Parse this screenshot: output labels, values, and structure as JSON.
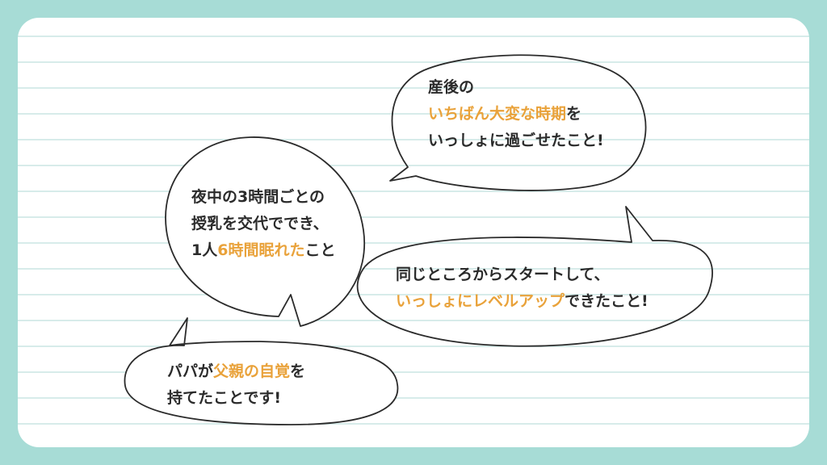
{
  "bubbles": {
    "top_right": {
      "line1": "産後の",
      "line2_hl": "いちばん大変な時期",
      "line2_rest": "を",
      "line3": "いっしょに過ごせたこと!"
    },
    "left": {
      "line1": "夜中の3時間ごとの",
      "line2": "授乳を交代ででき、",
      "line3_pre": "1人",
      "line3_hl": "6時間眠れた",
      "line3_rest": "こと"
    },
    "right": {
      "line1": "同じところからスタートして、",
      "line2_hl": "いっしょにレベルアップ",
      "line2_rest": "できたこと!"
    },
    "bottom": {
      "line1_pre": "パパが",
      "line1_hl": "父親の自覚",
      "line1_rest": "を",
      "line2": "持てたことです!"
    }
  },
  "colors": {
    "background": "#a7dcd6",
    "card": "#ffffff",
    "rule_lines": "#d7ecea",
    "highlight": "#e9a23a",
    "text": "#2b2b2b"
  }
}
